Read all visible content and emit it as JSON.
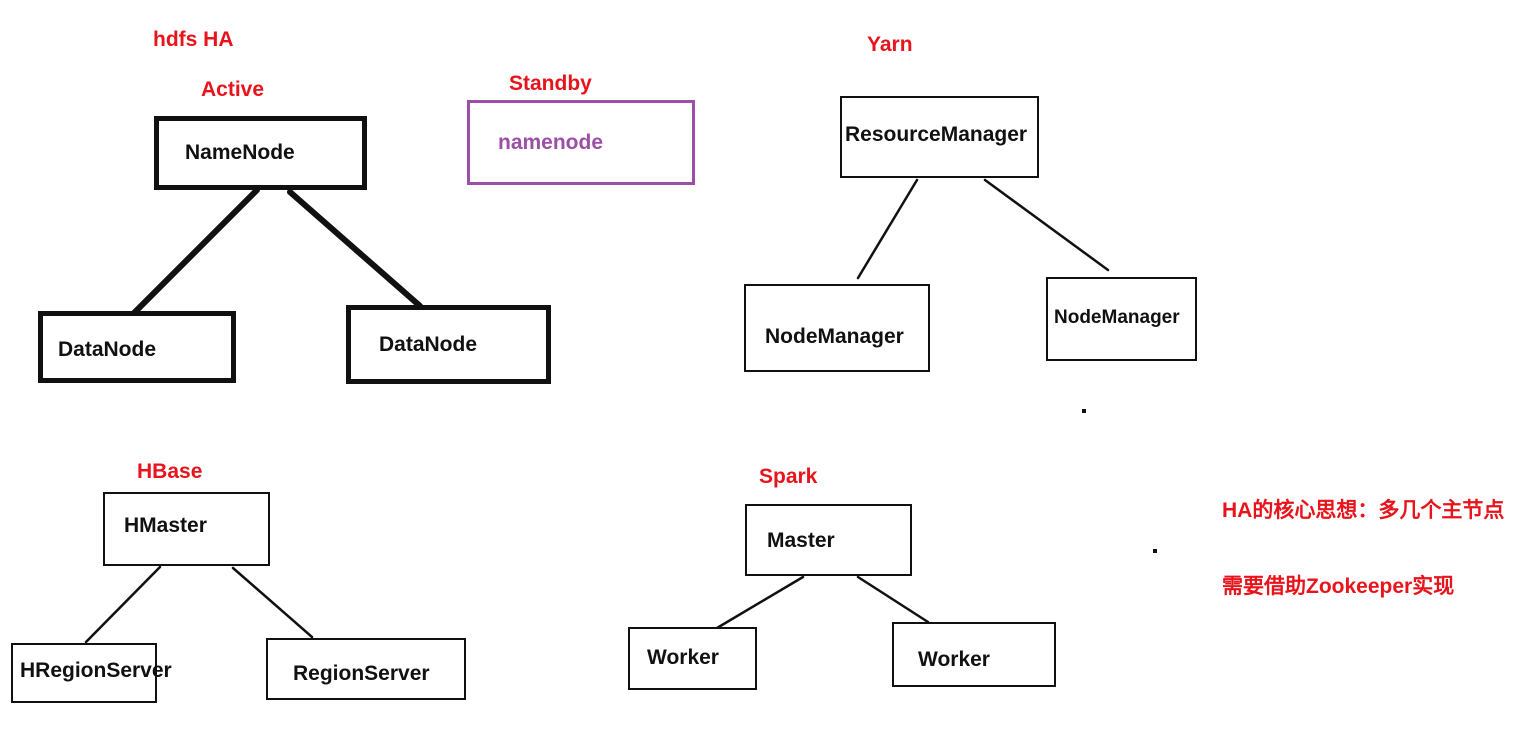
{
  "hdfs": {
    "title": "hdfs HA",
    "active_label": "Active",
    "standby_label": "Standby",
    "namenode": "NameNode",
    "standby_namenode": "namenode",
    "datanode_left": "DataNode",
    "datanode_right": "DataNode"
  },
  "yarn": {
    "title": "Yarn",
    "resource_manager": "ResourceManager",
    "nodemanager_left": "NodeManager",
    "nodemanager_right": "NodeManager"
  },
  "hbase": {
    "title": "HBase",
    "master": "HMaster",
    "region_left": "HRegionServer",
    "region_right": "RegionServer"
  },
  "spark": {
    "title": "Spark",
    "master": "Master",
    "worker_left": "Worker",
    "worker_right": "Worker"
  },
  "notes": {
    "line1": "HA的核心思想：多几个主节点",
    "line2": "需要借助Zookeeper实现"
  },
  "colors": {
    "label_red": "#e8141c",
    "standby_purple": "#9b4fa6",
    "stroke": "#111111"
  }
}
